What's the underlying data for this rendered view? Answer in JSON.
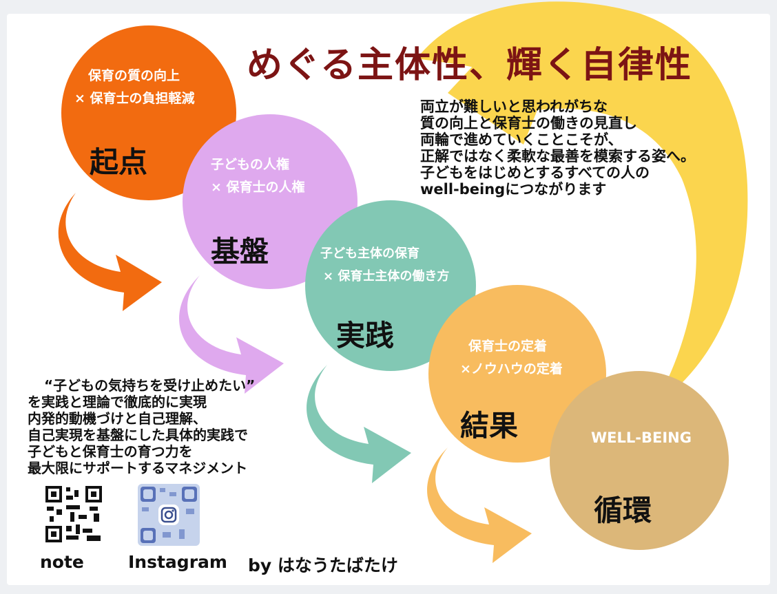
{
  "title": "めぐる主体性、輝く自律性",
  "description": [
    "両立が難しいと思われがちな",
    "質の向上と保育士の働きの見直し",
    "両輪で進めていくことこそが、",
    "正解ではなく柔軟な最善を模索する姿へ。",
    "子どもをはじめとするすべての人の",
    "well-beingにつながります"
  ],
  "steps": [
    {
      "sub": [
        "保育の質の向上",
        "× 保育士の負担軽減"
      ],
      "main": "起点",
      "color": "#f26b10"
    },
    {
      "sub": [
        "子どもの人権",
        "× 保育士の人権"
      ],
      "main": "基盤",
      "color": "#dfa9ee"
    },
    {
      "sub": [
        "子ども主体の保育",
        "× 保育士主体の働き方"
      ],
      "main": "実践",
      "color": "#82c8b4"
    },
    {
      "sub": [
        "保育士の定着",
        "×ノウハウの定着"
      ],
      "main": "結果",
      "color": "#f8bc5f"
    },
    {
      "sub": [
        "WELL-BEING"
      ],
      "main": "循環",
      "color": "#dcb779"
    }
  ],
  "quote": [
    "“子どもの気持ちを受け止めたい”",
    "を実践と理論で徹底的に実現",
    "内発的動機づけと自己理解、",
    "自己実現を基盤にした具体的実践で",
    "子どもと保育士の育つ力を",
    "最大限にサポートするマネジメント"
  ],
  "links": {
    "note_label": "note",
    "instagram_label": "Instagram",
    "byline": "by はなうたばたけ"
  },
  "colors": {
    "loop_arrow": "#fbd54e",
    "title": "#7c1414"
  }
}
